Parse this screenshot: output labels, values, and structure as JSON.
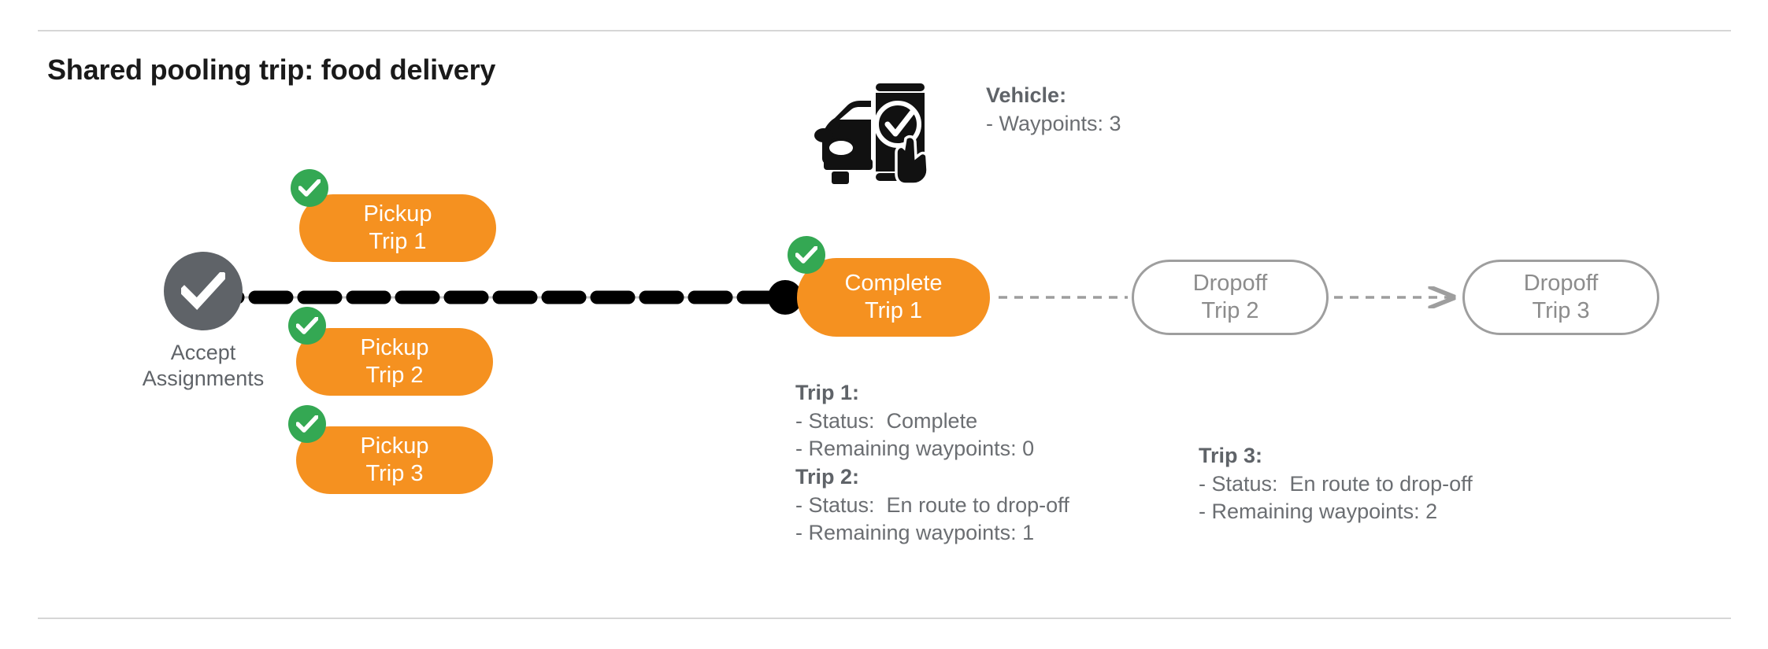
{
  "page": {
    "title": "Shared pooling trip: food delivery",
    "colors": {
      "orange": "#F59120",
      "green": "#34A853",
      "gray_node": "#5f6368",
      "gray_outline": "#9e9e9e",
      "gray_text": "#6b6e72",
      "black_dash": "#000000",
      "rule": "#d6d6d6"
    }
  },
  "start_node": {
    "name": "accept-assignments",
    "icon": "check-circle-icon",
    "label_line1": "Accept",
    "label_line2": "Assignments"
  },
  "pickups": [
    {
      "id": "pickup-1",
      "line1": "Pickup",
      "line2": "Trip 1",
      "badge": "check-badge",
      "done": true
    },
    {
      "id": "pickup-2",
      "line1": "Pickup",
      "line2": "Trip 2",
      "badge": "check-badge",
      "done": true
    },
    {
      "id": "pickup-3",
      "line1": "Pickup",
      "line2": "Trip 3",
      "badge": "check-badge",
      "done": true
    }
  ],
  "complete_node": {
    "id": "complete-trip-1",
    "line1": "Complete",
    "line2": "Trip 1",
    "badge": "check-badge",
    "done": true
  },
  "dropoffs": [
    {
      "id": "dropoff-2",
      "line1": "Dropoff",
      "line2": "Trip 2",
      "done": false
    },
    {
      "id": "dropoff-3",
      "line1": "Dropoff",
      "line2": "Trip 3",
      "done": false
    }
  ],
  "vehicle": {
    "icon": "car-phone-check-icon",
    "heading": "Vehicle",
    "heading_suffix": ":",
    "lines": [
      "- Waypoints: 3"
    ]
  },
  "trip_details_left": [
    {
      "heading": "Trip 1",
      "heading_suffix": ":",
      "lines": [
        "- Status:  Complete",
        "- Remaining waypoints: 0"
      ]
    },
    {
      "heading": "Trip 2",
      "heading_suffix": ":",
      "lines": [
        "- Status:  En route to drop-off",
        "- Remaining waypoints: 1"
      ]
    }
  ],
  "trip_details_right": [
    {
      "heading": "Trip 3",
      "heading_suffix": ":",
      "lines": [
        "- Status:  En route to drop-off",
        "- Remaining waypoints: 2"
      ]
    }
  ]
}
